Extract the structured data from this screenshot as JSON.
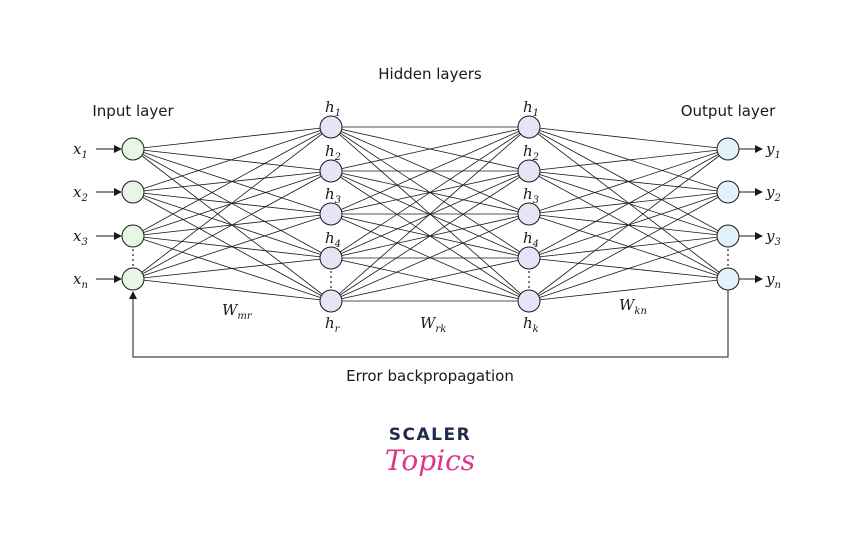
{
  "labels": {
    "hidden_layers": "Hidden layers",
    "input_layer": "Input layer",
    "output_layer": "Output layer",
    "error_backprop": "Error backpropagation"
  },
  "inputs": [
    {
      "base": "x",
      "sub": "1"
    },
    {
      "base": "x",
      "sub": "2"
    },
    {
      "base": "x",
      "sub": "3"
    },
    {
      "base": "x",
      "sub": "n"
    }
  ],
  "outputs": [
    {
      "base": "y",
      "sub": "1"
    },
    {
      "base": "y",
      "sub": "2"
    },
    {
      "base": "y",
      "sub": "3"
    },
    {
      "base": "y",
      "sub": "n"
    }
  ],
  "hidden1": [
    {
      "base": "h",
      "sub": "1"
    },
    {
      "base": "h",
      "sub": "2"
    },
    {
      "base": "h",
      "sub": "3"
    },
    {
      "base": "h",
      "sub": "4"
    },
    {
      "base": "h",
      "sub": "r"
    }
  ],
  "hidden2": [
    {
      "base": "h",
      "sub": "1"
    },
    {
      "base": "h",
      "sub": "2"
    },
    {
      "base": "h",
      "sub": "3"
    },
    {
      "base": "h",
      "sub": "4"
    },
    {
      "base": "h",
      "sub": "k"
    }
  ],
  "weights": [
    {
      "base": "W",
      "sub": "mr"
    },
    {
      "base": "W",
      "sub": "rk"
    },
    {
      "base": "W",
      "sub": "kn"
    }
  ],
  "colors": {
    "input_fill": "#e6f7e4",
    "hidden_fill": "#e7e4f7",
    "output_fill": "#e3f2fa",
    "node_stroke": "#1a1a1a",
    "edge": "#1a1a1a"
  },
  "brand": {
    "top": "SCALER",
    "bottom": "Topics"
  }
}
